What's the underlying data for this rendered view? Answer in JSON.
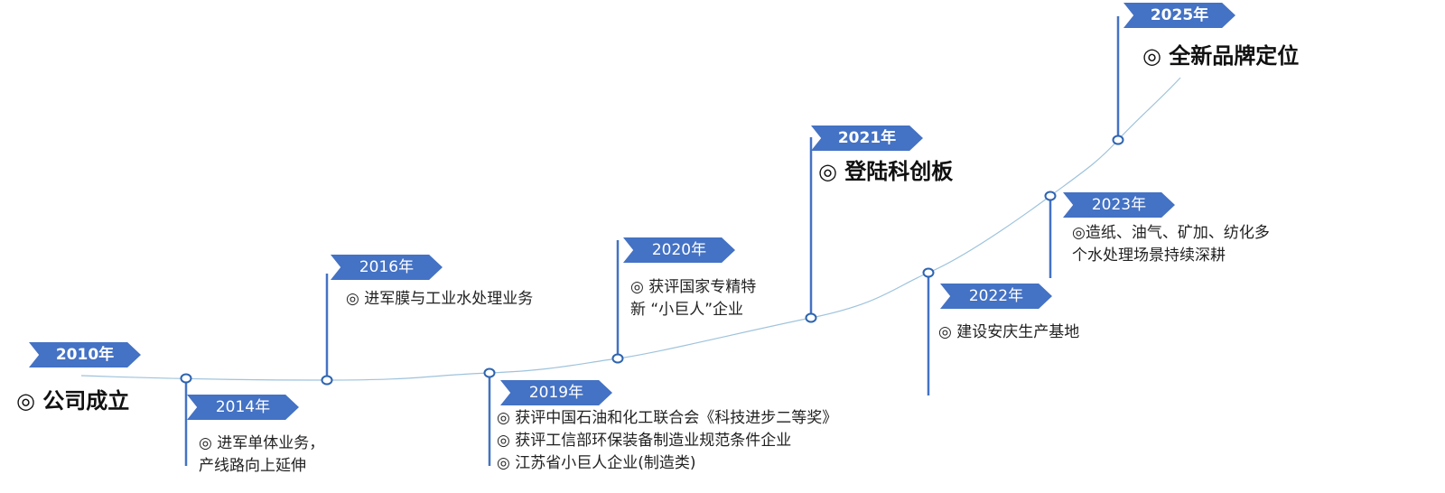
{
  "milestones": [
    {
      "year": "2010年",
      "lines": [
        "◎ 公司成立"
      ]
    },
    {
      "year": "2014年",
      "lines": [
        "◎ 进军单体业务，",
        "产线路向上延伸"
      ]
    },
    {
      "year": "2016年",
      "lines": [
        "◎ 进军膜与工业水处理业务"
      ]
    },
    {
      "year": "2019年",
      "lines": [
        "◎ 获评中国石油和化工联合会《科技进步二等奖》",
        "◎ 获评工信部环保装备制造业规范条件企业",
        "◎ 江苏省小巨人企业(制造类)"
      ]
    },
    {
      "year": "2020年",
      "lines": [
        "◎ 获评国家专精特",
        "新 “小巨人”企业"
      ]
    },
    {
      "year": "2021年",
      "lines": [
        "◎ 登陆科创板"
      ]
    },
    {
      "year": "2022年",
      "lines": [
        "◎ 建设安庆生产基地"
      ]
    },
    {
      "year": "2023年",
      "lines": [
        "◎造纸、油气、矿加、纺化多",
        "个水处理场景持续深耕"
      ]
    },
    {
      "year": "2025年",
      "lines": [
        "◎ 全新品牌定位"
      ]
    }
  ],
  "colors": {
    "flag": "#4472c4",
    "stem": "#4472c4",
    "curve": "#9ec3dc",
    "node_stroke": "#2e64b0"
  }
}
